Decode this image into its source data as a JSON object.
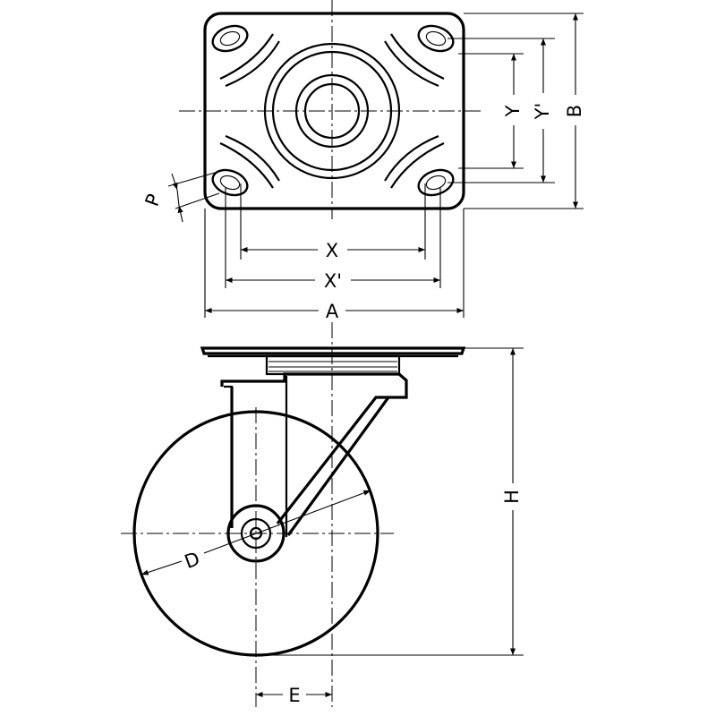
{
  "dimension_labels": {
    "A": "A",
    "B": "B",
    "X": "X",
    "X_prime": "X'",
    "Y": "Y",
    "Y_prime": "Y'",
    "P": "P",
    "D": "D",
    "H": "H",
    "E": "E"
  },
  "colors": {
    "line": "#000000",
    "background": "#ffffff"
  }
}
